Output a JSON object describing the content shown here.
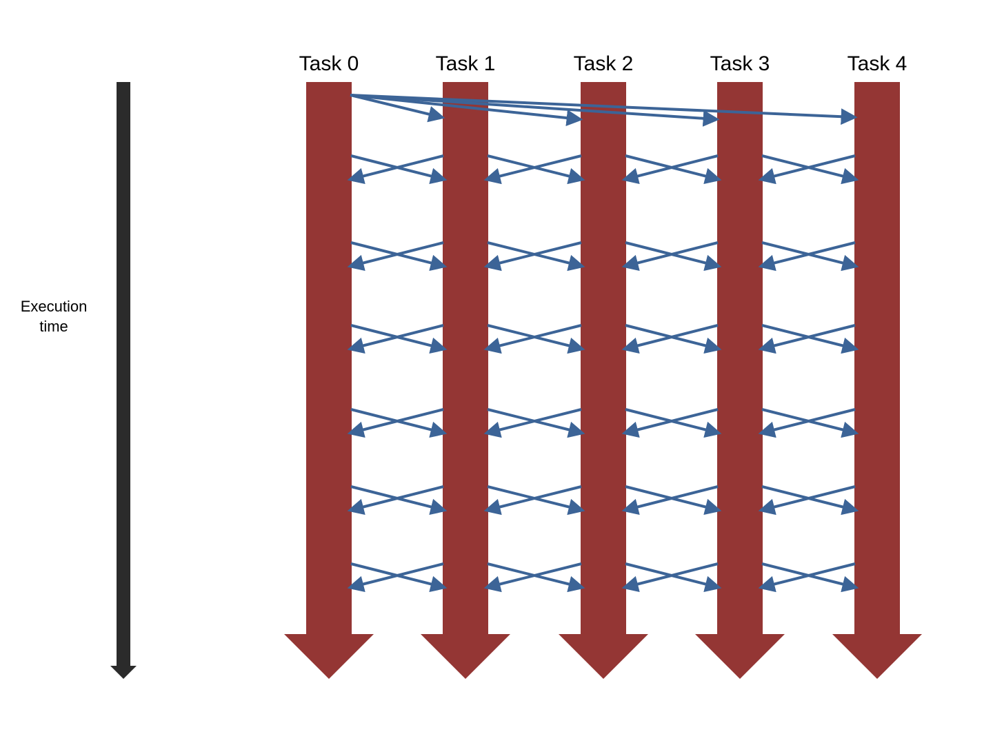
{
  "time_axis": {
    "label": "Execution\ntime",
    "color": "#2b2b2b"
  },
  "tasks": [
    {
      "label": "Task 0"
    },
    {
      "label": "Task 1"
    },
    {
      "label": "Task 2"
    },
    {
      "label": "Task 3"
    },
    {
      "label": "Task 4"
    }
  ],
  "colors": {
    "task_arrow": "#943634",
    "message": "#3c6497"
  },
  "messages": {
    "broadcast_from": 0,
    "broadcast_to": [
      1,
      2,
      3,
      4
    ],
    "exchange_rounds": 6,
    "exchange_pattern": "neighbor pairwise exchange"
  }
}
